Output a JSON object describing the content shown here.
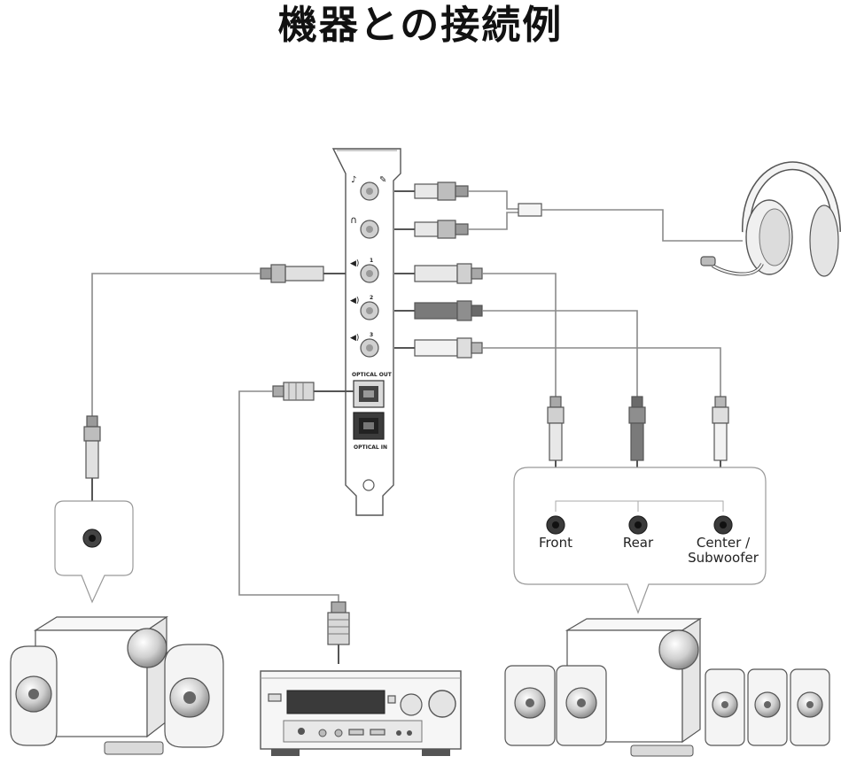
{
  "title": "機器との接続例",
  "card": {
    "optical_out": "OPTICAL OUT",
    "optical_in": "OPTICAL IN",
    "port_numbers": [
      "1",
      "2",
      "3"
    ]
  },
  "jacks": {
    "front": "Front",
    "rear": "Rear",
    "center_line1": "Center /",
    "center_line2": "Subwoofer"
  },
  "colors": {
    "line": "#8a8a8a",
    "plug_light": "#e8e8e8",
    "plug_dark": "#7a7a7a",
    "outline": "#555555"
  }
}
